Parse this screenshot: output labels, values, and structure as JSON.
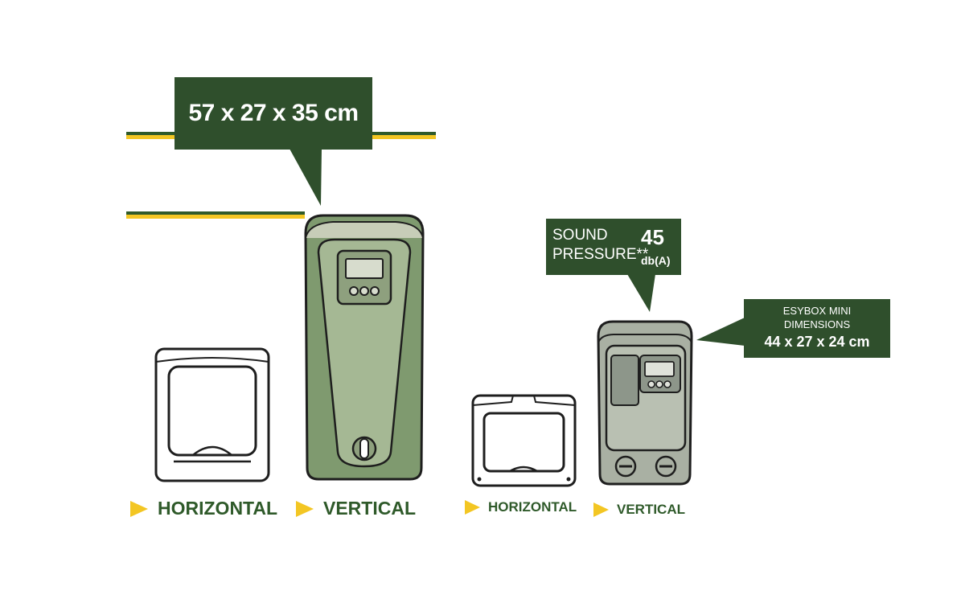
{
  "main_dimensions": {
    "text": "57 x 27 x 35 cm"
  },
  "sound": {
    "line1": "SOUND",
    "line2": "PRESSURE**",
    "value": "45",
    "unit": "db(A)"
  },
  "mini_dimensions": {
    "line1": "ESYBOX MINI",
    "line2": "DIMENSIONS",
    "line3": "44 x 27 x 24 cm"
  },
  "labels": {
    "large_horizontal": "HORIZONTAL",
    "large_vertical": "VERTICAL",
    "small_horizontal": "HORIZONTAL",
    "small_vertical": "VERTICAL"
  },
  "colors": {
    "dark_green": "#2f4f2c",
    "yellow": "#f3c623",
    "unit_green": "#7f9a6f",
    "unit_gray": "#a9b0a3"
  }
}
